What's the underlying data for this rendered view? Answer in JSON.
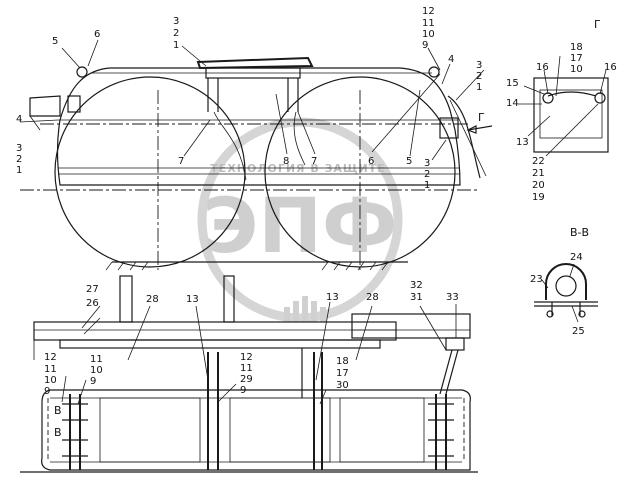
{
  "labels": {
    "main": {
      "l5": "5",
      "l6": "6",
      "l3a": "3",
      "l2a": "2",
      "l1a": "1",
      "l12a": "12",
      "l11a": "11",
      "l10a": "10",
      "l9a": "9",
      "l4left": "4",
      "l3b": "3",
      "l2b": "2",
      "l1b": "1",
      "l7a": "7",
      "l8": "8",
      "l7b": "7",
      "l6b": "6",
      "l5b": "5",
      "l4right": "4",
      "l3c": "3",
      "l2c": "2",
      "l1c": "1",
      "l3d": "3",
      "l2d": "2",
      "l1d": "1",
      "g_arrow": "Г"
    },
    "plan": {
      "l27": "27",
      "l26": "26",
      "l28a": "28",
      "l13a": "13",
      "l13b": "13",
      "l28b": "28",
      "l32": "32",
      "l31": "31",
      "l33": "33",
      "l12b": "12",
      "l11b": "11",
      "l10b": "10",
      "l9b": "9",
      "l11c": "11",
      "l10c": "10",
      "l9c": "9",
      "l12c": "12",
      "l11d": "11",
      "l29": "29",
      "l9d": "9",
      "l18b": "18",
      "l17b": "17",
      "l30": "30",
      "b_left": "В",
      "b_right": "В"
    },
    "view_g": {
      "title": "Г",
      "l18": "18",
      "l17": "17",
      "l10": "10",
      "l16a": "16",
      "l16b": "16",
      "l15": "15",
      "l14": "14",
      "l13": "13",
      "l22": "22",
      "l21": "21",
      "l20": "20",
      "l19": "19"
    },
    "view_bb": {
      "title": "В-В",
      "l24": "24",
      "l23": "23",
      "l25": "25"
    }
  },
  "watermark": {
    "letters": "ЭПФ",
    "caption": "ТЕХНОЛОГИЯ В ЗАЩИТЕ"
  }
}
